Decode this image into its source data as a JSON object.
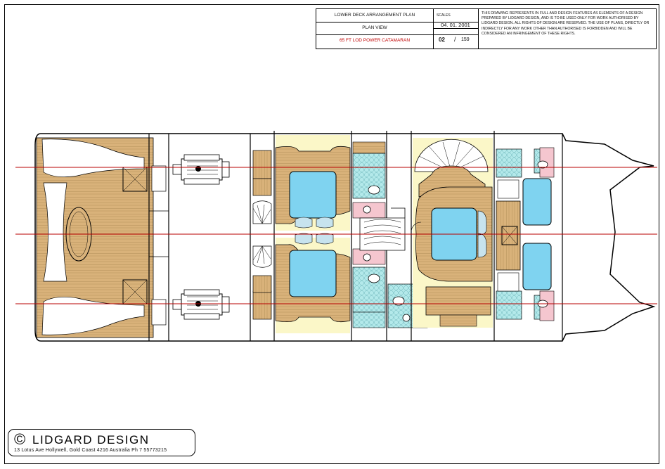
{
  "title_block": {
    "drawing_title": "LOWER DECK ARRANGEMENT PLAN",
    "view": "PLAN VIEW",
    "vessel": "65 FT LOD   POWER CATAMARAN",
    "scale_label": "SCALES",
    "date": "04. 01. 2001",
    "sheet": "02",
    "job_number": "159",
    "notice": "THIS DRAWING REPRESENTS IN FULL AND DESIGN FEATURES AS ELEMENTS OF A DESIGN PREPARED BY LIDGARD DESIGN, AND IS TO BE USED ONLY FOR WORK AUTHORISED BY LIDGARD DESIGN. ALL RIGHTS OF DESIGN ARE RESERVED. THE USE OF PLANS, DIRECTLY OR INDIRECTLY FOR ANY WORK OTHER THAN AUTHORISED IS FORBIDDEN AND WILL BE CONSIDERED AN INFRINGEMENT OF THESE RIGHTS."
  },
  "company": {
    "symbol": "©",
    "name": "LIDGARD  DESIGN",
    "address": "13 Lotus Ave  Hollywell, Gold Coast 4216 Australia  Ph 7  55773215"
  },
  "colors": {
    "deck_wood": "#d9b27a",
    "deck_plank_line": "#9c7a45",
    "mattress": "#7fd3f0",
    "cabin_floor": "#fbf7c8",
    "tile_cyan": "#b3e9ea",
    "tile_pink": "#f5c6cf",
    "upholstery": "#c7e3ee",
    "centerline": "#b80000",
    "vessel_text": "#c00000"
  },
  "icons": [
    "engine-icon",
    "toilet-icon",
    "shower-drain-icon",
    "spiral-stair-icon",
    "door-swing-icon",
    "hatch-icon"
  ]
}
